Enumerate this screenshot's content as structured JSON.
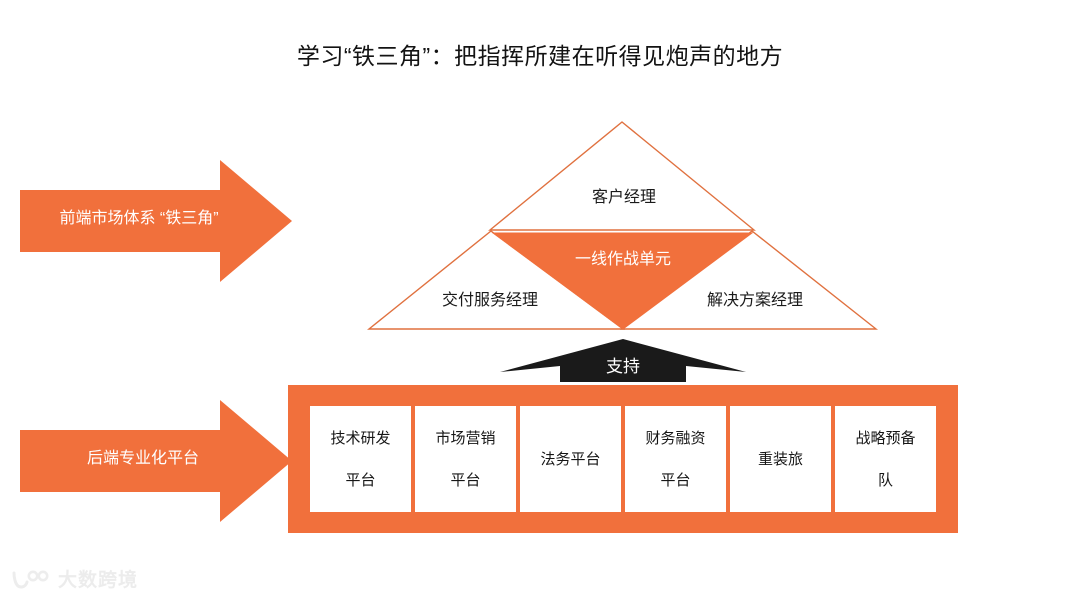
{
  "page": {
    "title": "学习“铁三角”：把指挥所建在听得见炮声的地方",
    "accent_color": "#F1703C",
    "support_arrow_color": "#1A1A1A",
    "background_color": "#FFFFFF"
  },
  "arrows": {
    "front": {
      "label": "前端市场体系 “铁三角”",
      "icon": "arrow-right-icon",
      "color": "#F1703C"
    },
    "back": {
      "label": "后端专业化平台",
      "icon": "arrow-right-icon",
      "color": "#F1703C"
    },
    "support": {
      "label": "支持",
      "icon": "arrow-up-icon",
      "color": "#1A1A1A"
    }
  },
  "triangle": {
    "top": "客户经理",
    "left": "交付服务经理",
    "right": "解决方案经理",
    "center": "一线作战单元",
    "outline_color": "#E0713F",
    "center_fill": "#F1703C"
  },
  "platform": {
    "boxes": [
      {
        "line1": "技术研发",
        "line2": "平台"
      },
      {
        "line1": "市场营销",
        "line2": "平台"
      },
      {
        "line1": "法务平台",
        "line2": ""
      },
      {
        "line1": "财务融资",
        "line2": "平台"
      },
      {
        "line1": "重装旅",
        "line2": ""
      },
      {
        "line1": "战略预备",
        "line2": "队"
      }
    ]
  },
  "watermark": {
    "text": "大数跨境",
    "icon": "brand-logo-icon"
  }
}
